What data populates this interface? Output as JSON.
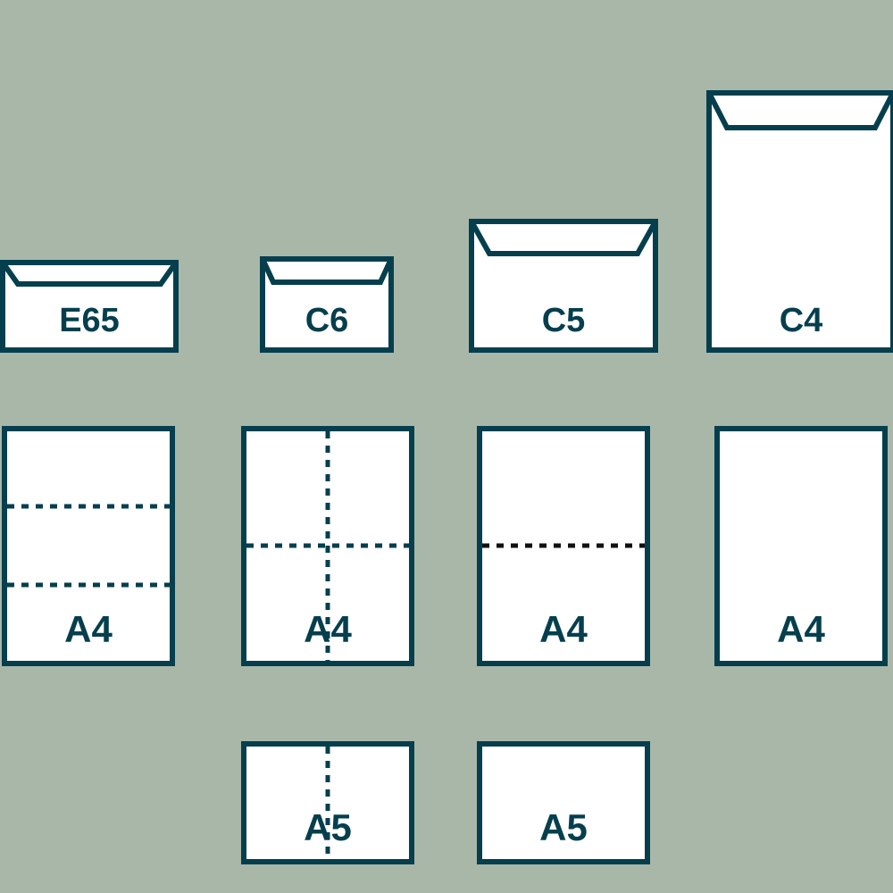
{
  "colors": {
    "background": "#a9b7a9",
    "stroke": "#053f4e",
    "paper": "#ffffff"
  },
  "envelopes": [
    {
      "label": "E65"
    },
    {
      "label": "C6"
    },
    {
      "label": "C5"
    },
    {
      "label": "C4"
    }
  ],
  "sheets": [
    {
      "label": "A4",
      "fold": "three-panel letter fold"
    },
    {
      "label": "A4",
      "fold": "quarter fold"
    },
    {
      "label": "A4",
      "fold": "half fold"
    },
    {
      "label": "A4",
      "fold": "unfolded"
    },
    {
      "label": "A5",
      "fold": "half fold"
    },
    {
      "label": "A5",
      "fold": "unfolded"
    }
  ]
}
